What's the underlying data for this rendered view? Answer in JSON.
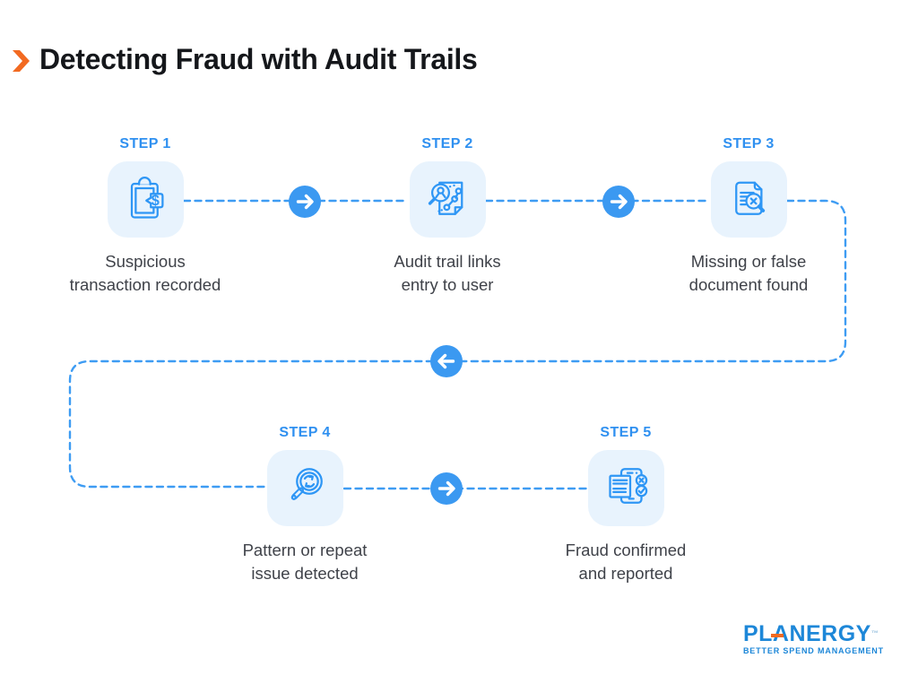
{
  "header": {
    "title": "Detecting Fraud with Audit Trails"
  },
  "steps": [
    {
      "label": "STEP 1",
      "caption_line1": "Suspicious",
      "caption_line2": "transaction recorded",
      "icon": "clipboard-dollar-icon",
      "icon_text": "$"
    },
    {
      "label": "STEP 2",
      "caption_line1": "Audit trail links",
      "caption_line2": "entry to user",
      "icon": "magnifier-user-chart-icon"
    },
    {
      "label": "STEP 3",
      "caption_line1": "Missing or false",
      "caption_line2": "document found",
      "icon": "document-magnifier-x-icon"
    },
    {
      "label": "STEP 4",
      "caption_line1": "Pattern or repeat",
      "caption_line2": "issue detected",
      "icon": "magnifier-refresh-icon"
    },
    {
      "label": "STEP 5",
      "caption_line1": "Fraud confirmed",
      "caption_line2": "and reported",
      "icon": "phone-document-check-icon"
    }
  ],
  "flow": {
    "arrows": [
      "right",
      "right",
      "left",
      "right"
    ]
  },
  "logo": {
    "name": "PLANERGY",
    "tm": "™",
    "tagline": "BETTER SPEND MANAGEMENT"
  },
  "colors": {
    "accent_blue": "#2E96F5",
    "tile_bg": "#E8F3FD",
    "dash_blue": "#3E9CF3",
    "circle_blue": "#3B99F1",
    "step_label_blue": "#2F90F0",
    "title_black": "#15171B",
    "body_text": "#3F4249",
    "orange": "#F26A21",
    "logo_blue": "#1D87D8"
  }
}
